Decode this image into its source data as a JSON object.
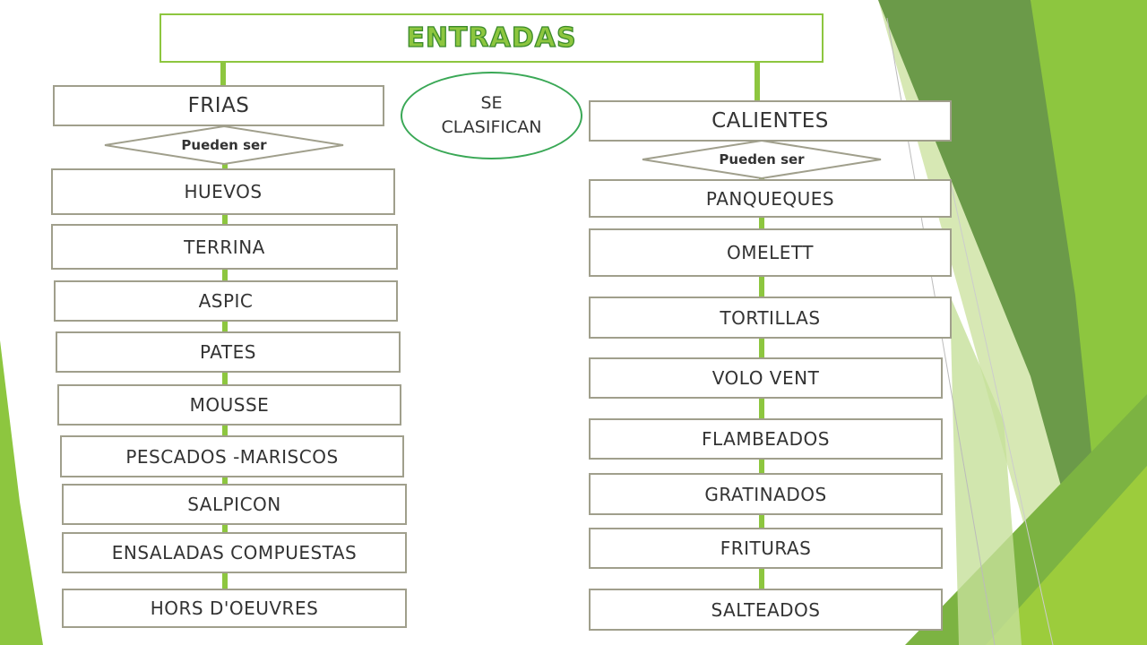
{
  "title": "ENTRADAS",
  "classify_label": "SE CLASIFICAN",
  "cold": {
    "heading": "FRIAS",
    "connector": "Pueden ser",
    "items": [
      "HUEVOS",
      "TERRINA",
      "ASPIC",
      "PATES",
      "MOUSSE",
      "PESCADOS -MARISCOS",
      "SALPICON",
      "ENSALADAS COMPUESTAS",
      "HORS D'OEUVRES"
    ]
  },
  "hot": {
    "heading": "CALIENTES",
    "connector": "Pueden ser",
    "items": [
      "PANQUEQUES",
      "OMELETT",
      "TORTILLAS",
      "VOLO VENT",
      "FLAMBEADOS",
      "GRATINADOS",
      "FRITURAS",
      "SALTEADOS"
    ]
  },
  "colors": {
    "accent_green": "#8dc63f",
    "dark_green": "#3a8a2a",
    "oval_border": "#3aa856",
    "box_border": "#a09f8c"
  }
}
